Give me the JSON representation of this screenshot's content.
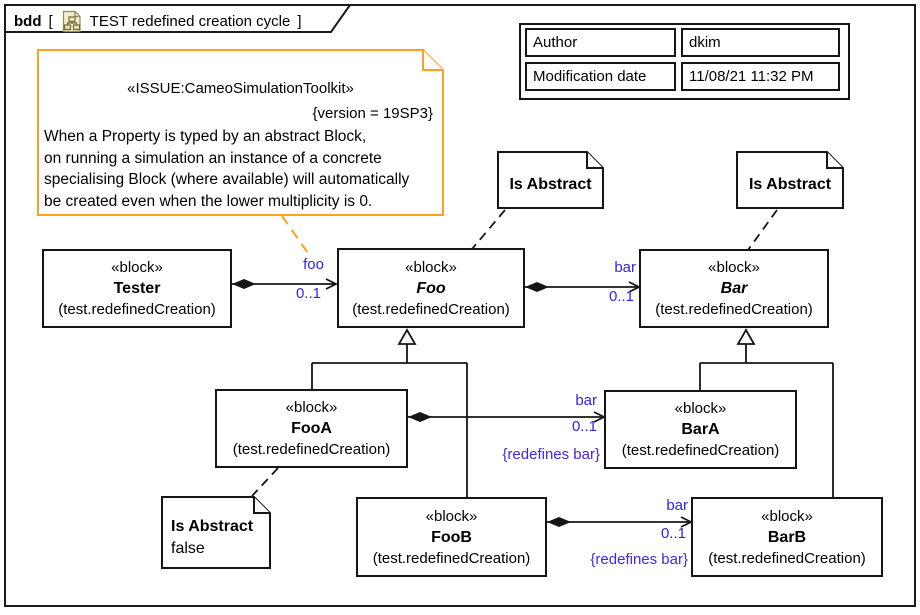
{
  "frame": {
    "keyword": "bdd",
    "bracket_open": "[",
    "title": "TEST redefined creation cycle",
    "bracket_close": "]"
  },
  "info_table": {
    "rows": [
      {
        "label": "Author",
        "value": "dkim"
      },
      {
        "label": "Modification date",
        "value": "11/08/21 11:32 PM"
      }
    ]
  },
  "issue_note": {
    "stereotype": "«ISSUE:CameoSimulationToolkit»",
    "version": "{version = 19SP3}",
    "body_lines": [
      "When a Property is typed by an abstract Block,",
      "on running a simulation an instance of a concrete",
      "specialising Block (where available) will automatically",
      "be created even when the lower multiplicity is 0."
    ]
  },
  "notes": {
    "foo_abstract": {
      "text": "Is Abstract"
    },
    "bar_abstract": {
      "text": "Is Abstract"
    },
    "fooa_abstract": {
      "title": "Is Abstract",
      "value": "false"
    }
  },
  "blocks": {
    "tester": {
      "stereotype": "«block»",
      "name": "Tester",
      "package": "(test.redefinedCreation)"
    },
    "foo": {
      "stereotype": "«block»",
      "name": "Foo",
      "package": "(test.redefinedCreation)"
    },
    "bar": {
      "stereotype": "«block»",
      "name": "Bar",
      "package": "(test.redefinedCreation)"
    },
    "fooA": {
      "stereotype": "«block»",
      "name": "FooA",
      "package": "(test.redefinedCreation)"
    },
    "barA": {
      "stereotype": "«block»",
      "name": "BarA",
      "package": "(test.redefinedCreation)"
    },
    "fooB": {
      "stereotype": "«block»",
      "name": "FooB",
      "package": "(test.redefinedCreation)"
    },
    "barB": {
      "stereotype": "«block»",
      "name": "BarB",
      "package": "(test.redefinedCreation)"
    }
  },
  "associations": {
    "tester_foo": {
      "name": "foo",
      "multiplicity": "0..1"
    },
    "foo_bar": {
      "name": "bar",
      "multiplicity": "0..1"
    },
    "fooa_bara": {
      "name": "bar",
      "multiplicity": "0..1",
      "constraint": "{redefines bar}"
    },
    "foob_barb": {
      "name": "bar",
      "multiplicity": "0..1",
      "constraint": "{redefines bar}"
    }
  },
  "colors": {
    "label_blue": "#3222f2",
    "constraint_blue": "#4326ee",
    "note_orange": "#ffa01e",
    "line_black": "#161616"
  }
}
